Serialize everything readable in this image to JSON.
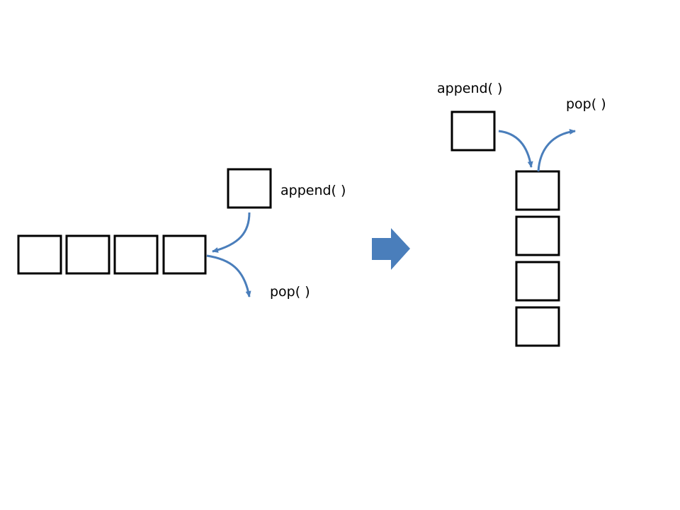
{
  "left": {
    "append_label": "append( )",
    "pop_label": "pop( )"
  },
  "right": {
    "append_label": "append( )",
    "pop_label": "pop( )"
  },
  "colors": {
    "arrow": "#4a7ebb",
    "box_stroke": "#000000",
    "box_fill": "#ffffff"
  }
}
